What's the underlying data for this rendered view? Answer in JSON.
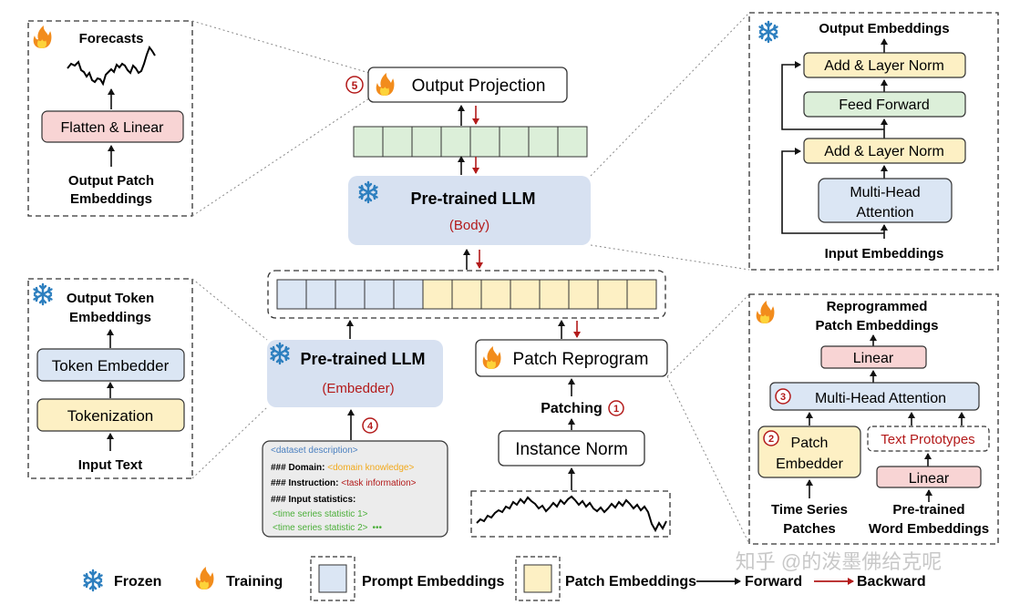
{
  "forecast_panel": {
    "title": "Forecasts",
    "flatten_linear": "Flatten & Linear",
    "input_line1": "Output Patch",
    "input_line2": "Embeddings"
  },
  "output_projection": {
    "step": "5",
    "label": "Output Projection"
  },
  "llm_body": {
    "title": "Pre-trained LLM",
    "subtitle": "(Body)"
  },
  "transformer_panel": {
    "output_label": "Output Embeddings",
    "add_norm_top": "Add & Layer Norm",
    "feed_forward": "Feed Forward",
    "add_norm_bottom": "Add & Layer Norm",
    "mha_line1": "Multi-Head",
    "mha_line2": "Attention",
    "input_label": "Input Embeddings"
  },
  "token_panel": {
    "title_line1": "Output Token",
    "title_line2": "Embeddings",
    "token_embedder": "Token Embedder",
    "tokenization": "Tokenization",
    "input_text": "Input Text"
  },
  "llm_embedder": {
    "title": "Pre-trained LLM",
    "subtitle": "(Embedder)",
    "step": "4"
  },
  "prompt_box": {
    "line1": "<dataset description>",
    "domain_key": "### Domain: ",
    "domain_val": "<domain knowledge>",
    "instruction_key": "### Instruction: ",
    "instruction_val": "<task information>",
    "stats_key": "### Input statistics:",
    "stat1": "<time series statistic 1>",
    "stat2": "<time series statistic 2>",
    "ellipsis": "•••"
  },
  "patch_reprogram": {
    "label": "Patch Reprogram"
  },
  "patching": {
    "label": "Patching",
    "step": "1"
  },
  "instance_norm": {
    "label": "Instance Norm"
  },
  "reprogram_panel": {
    "title_line1": "Reprogrammed",
    "title_line2": "Patch Embeddings",
    "linear_top": "Linear",
    "mha_step": "3",
    "mha": "Multi-Head Attention",
    "patch_embedder_step": "2",
    "patch_embedder_line1": "Patch",
    "patch_embedder_line2": "Embedder",
    "text_prototypes": "Text Prototypes",
    "linear_bottom": "Linear",
    "ts_line1": "Time Series",
    "ts_line2": "Patches",
    "word_line1": "Pre-trained",
    "word_line2": "Word Embeddings"
  },
  "legend": {
    "frozen": "Frozen",
    "training": "Training",
    "prompt_embeddings": "Prompt Embeddings",
    "patch_embeddings": "Patch Embeddings",
    "forward": "Forward",
    "backward": "Backward"
  },
  "watermark": "知乎 @的泼墨佛给克呢",
  "colors": {
    "pink": "#f8d4d4",
    "green": "#dcefd9",
    "yellow": "#fdf0c4",
    "blue": "#dbe6f4",
    "llm_fill": "#d7e1f1",
    "dark_red": "#b31a1a",
    "prompt_gray": "#ececec"
  }
}
